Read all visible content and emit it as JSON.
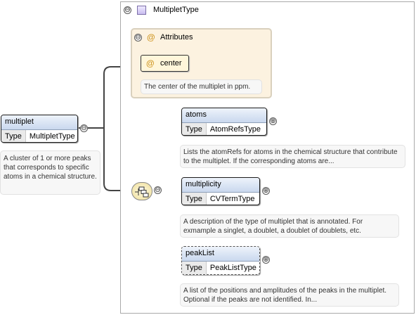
{
  "root": {
    "name": "multiplet",
    "type_label": "Type",
    "type_value": "MultipletType",
    "doc": "A cluster of 1 or more peaks that corresponds to specific atoms in a chemical structure."
  },
  "complex_type": {
    "name": "MultipletType",
    "collapse_symbol": "⊖"
  },
  "attributes": {
    "label": "Attributes",
    "symbol": "@",
    "collapse_symbol": "⊖",
    "items": [
      {
        "name": "center",
        "symbol": "@",
        "doc": "The center of the multiplet in ppm."
      }
    ]
  },
  "sequence": {
    "collapse_symbol": "⊖"
  },
  "children": [
    {
      "name": "atoms",
      "type_label": "Type",
      "type_value": "AtomRefsType",
      "expand_symbol": "⊕",
      "doc": "Lists the atomRefs for atoms in the chemical structure that contribute to the multiplet. If the corresponding atoms are..."
    },
    {
      "name": "multiplicity",
      "type_label": "Type",
      "type_value": "CVTermType",
      "expand_symbol": "⊕",
      "doc": "A description of the type of multiplet that is annotated. For exmample a singlet, a doublet, a doublet of doublets, etc."
    },
    {
      "name": "peakList",
      "type_label": "Type",
      "type_value": "PeakListType",
      "expand_symbol": "⊕",
      "doc": "A list of the positions and amplitudes of the peaks in the multiplet. Optional if the peaks are not identified. In..."
    }
  ]
}
